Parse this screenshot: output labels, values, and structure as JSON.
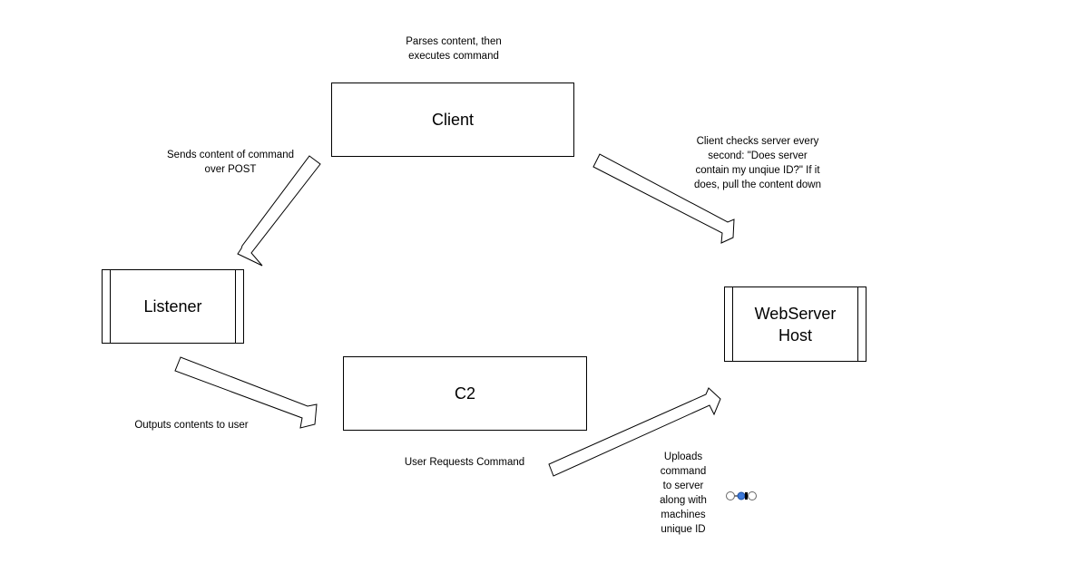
{
  "nodes": {
    "client": "Client",
    "listener": "Listener",
    "c2": "C2",
    "webserver": "WebServer\nHost"
  },
  "notes": {
    "client_top": "Parses content, then\nexecutes command",
    "sends_post": "Sends content of command\nover POST",
    "client_checks": "Client checks server every\nsecond: \"Does server\ncontain my unqiue ID?\" If it\ndoes, pull the content down",
    "outputs": "Outputs contents to user",
    "user_requests": "User Requests Command",
    "uploads": "Uploads\ncommand\nto server\nalong with\nmachines\nunique ID"
  },
  "colors": {
    "stroke": "#000000",
    "connector_dot": "#3c78d8"
  }
}
